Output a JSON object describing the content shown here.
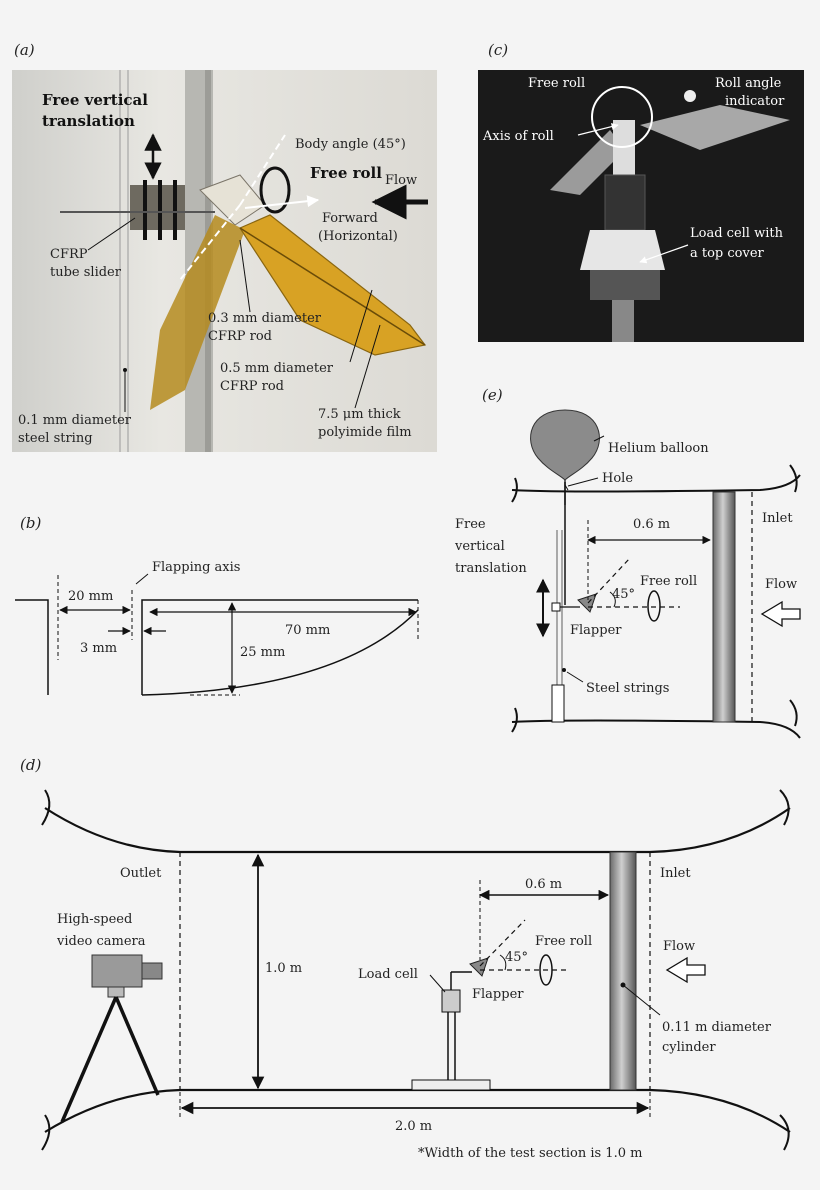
{
  "panels": {
    "a": "(a)",
    "b": "(b)",
    "c": "(c)",
    "d": "(d)",
    "e": "(e)"
  },
  "a": {
    "free_vertical_1": "Free vertical",
    "free_vertical_2": "translation",
    "body_angle": "Body angle (45°)",
    "free_roll": "Free roll",
    "flow": "Flow",
    "forward_1": "Forward",
    "forward_2": "(Horizontal)",
    "cfrp_slider_1": "CFRP",
    "cfrp_slider_2": "tube slider",
    "rod03_1": "0.3 mm diameter",
    "rod03_2": "CFRP rod",
    "rod05_1": "0.5 mm diameter",
    "rod05_2": "CFRP rod",
    "film_1": "7.5 μm thick",
    "film_2": "polyimide film",
    "string_1": "0.1 mm diameter",
    "string_2": "steel string"
  },
  "b": {
    "flapping_axis": "Flapping axis",
    "dim20": "20 mm",
    "dim3": "3 mm",
    "dim70": "70 mm",
    "dim25": "25 mm"
  },
  "c": {
    "free_roll": "Free roll",
    "roll_indicator_1": "Roll angle",
    "roll_indicator_2": "indicator",
    "axis_roll": "Axis of roll",
    "load_cell_1": "Load cell with",
    "load_cell_2": "a top cover"
  },
  "e": {
    "balloon": "Helium balloon",
    "hole": "Hole",
    "free_vertical_1": "Free",
    "free_vertical_2": "vertical",
    "free_vertical_3": "translation",
    "dist": "0.6 m",
    "inlet": "Inlet",
    "free_roll": "Free roll",
    "angle": "45°",
    "flow": "Flow",
    "flapper": "Flapper",
    "strings": "Steel strings"
  },
  "d": {
    "outlet": "Outlet",
    "inlet": "Inlet",
    "camera_1": "High-speed",
    "camera_2": "video camera",
    "height": "1.0 m",
    "dist": "0.6 m",
    "free_roll": "Free roll",
    "angle": "45°",
    "flow": "Flow",
    "load_cell": "Load cell",
    "flapper": "Flapper",
    "cyl_1": "0.11 m diameter",
    "cyl_2": "cylinder",
    "length": "2.0 m",
    "note": "*Width of the test section is 1.0 m"
  }
}
